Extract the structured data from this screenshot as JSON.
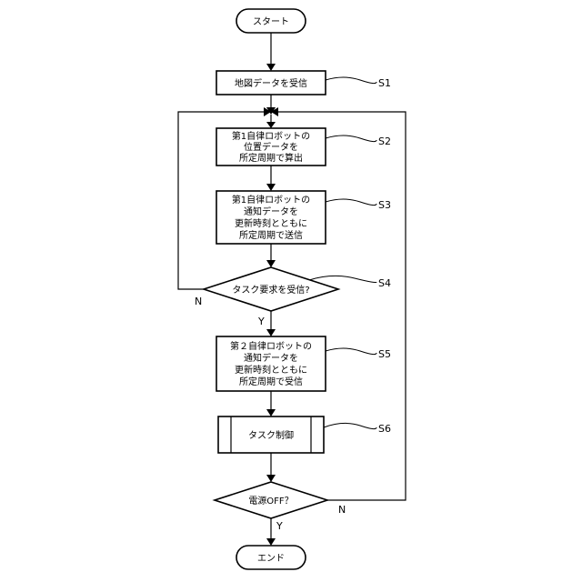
{
  "nodes": {
    "start": {
      "lines": [
        "スタート"
      ]
    },
    "n1": {
      "lines": [
        "地図データを受信"
      ],
      "step": "S1"
    },
    "n2": {
      "lines": [
        "第1自律ロボットの",
        "位置データを",
        "所定周期で算出"
      ],
      "step": "S2"
    },
    "n3": {
      "lines": [
        "第1自律ロボットの",
        "通知データを",
        "更新時刻とともに",
        "所定周期で送信"
      ],
      "step": "S3"
    },
    "n4": {
      "lines": [
        "タスク要求を受信?"
      ],
      "step": "S4",
      "no_label": "N",
      "yes_label": "Y"
    },
    "n5": {
      "lines": [
        "第２自律ロボットの",
        "通知データを",
        "更新時刻とともに",
        "所定周期で受信"
      ],
      "step": "S5"
    },
    "n6": {
      "lines": [
        "タスク制御"
      ],
      "step": "S6"
    },
    "n7": {
      "lines": [
        "電源OFF？"
      ],
      "yes_label": "Y",
      "no_label": "N"
    },
    "end": {
      "lines": [
        "エンド"
      ]
    }
  }
}
